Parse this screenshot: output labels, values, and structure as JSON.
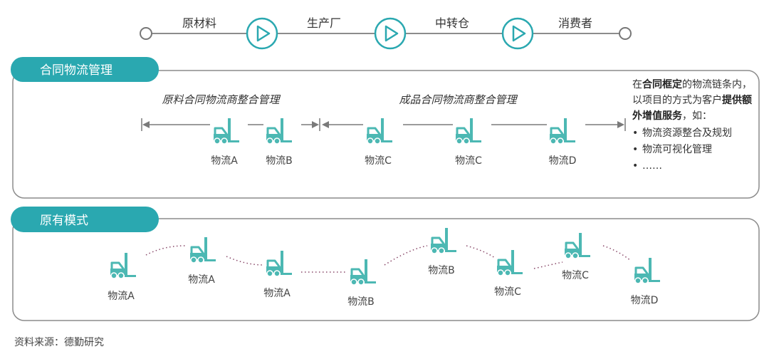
{
  "flow": {
    "nodes": [
      "原材料",
      "生产厂",
      "中转仓",
      "消费者"
    ]
  },
  "contract_panel": {
    "title": "合同物流管理",
    "raw_section_label": "原料合同物流商整合管理",
    "product_section_label": "成品合同物流商整合管理",
    "vehicles": [
      "物流A",
      "物流B",
      "物流C",
      "物流C",
      "物流D"
    ],
    "note": {
      "p1": "在",
      "p1_bold": "合同框定",
      "p1_tail": "的物流链条内，以项目的方式为客户",
      "p2_bold": "提供额外增值服务",
      "p2_tail": "，如：",
      "bullets": [
        "物流资源整合及规划",
        "物流可视化管理",
        "……"
      ]
    }
  },
  "original_panel": {
    "title": "原有模式",
    "vehicles": [
      "物流A",
      "物流A",
      "物流A",
      "物流B",
      "物流B",
      "物流C",
      "物流C",
      "物流D"
    ]
  },
  "source": "资料来源：德勤研究",
  "colors": {
    "teal": "#2aa8b0",
    "teal_icon": "#4cb8b3",
    "panel_border": "#8c8c8c",
    "line": "#7a7a7a",
    "dots": "#8a4a6a"
  }
}
